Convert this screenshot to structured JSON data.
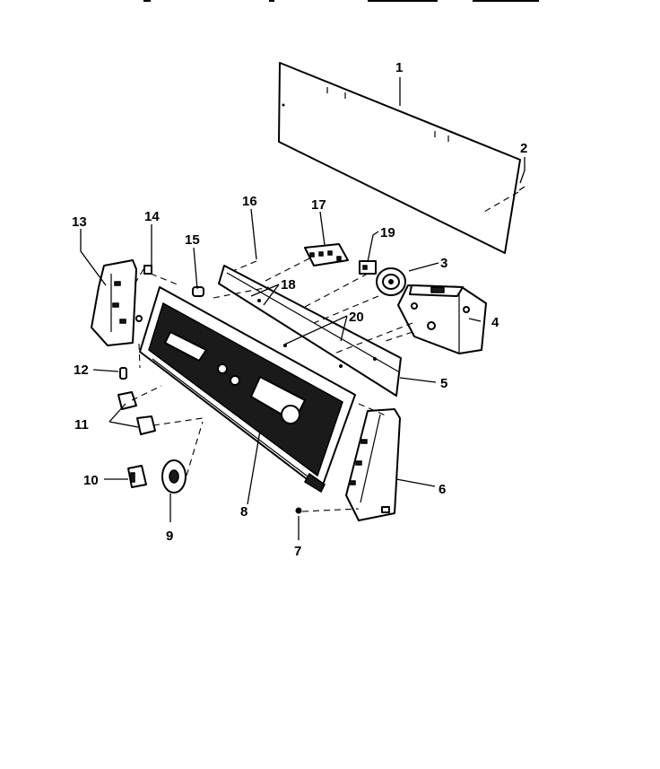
{
  "diagram": {
    "type": "exploded-parts-view",
    "callouts": [
      {
        "id": "c1",
        "label": "1"
      },
      {
        "id": "c2",
        "label": "2"
      },
      {
        "id": "c3",
        "label": "3"
      },
      {
        "id": "c4",
        "label": "4"
      },
      {
        "id": "c5",
        "label": "5"
      },
      {
        "id": "c6",
        "label": "6"
      },
      {
        "id": "c7",
        "label": "7"
      },
      {
        "id": "c8",
        "label": "8"
      },
      {
        "id": "c9",
        "label": "9"
      },
      {
        "id": "c10",
        "label": "10"
      },
      {
        "id": "c11",
        "label": "11"
      },
      {
        "id": "c12",
        "label": "12"
      },
      {
        "id": "c13",
        "label": "13"
      },
      {
        "id": "c14",
        "label": "14"
      },
      {
        "id": "c15",
        "label": "15"
      },
      {
        "id": "c16",
        "label": "16"
      },
      {
        "id": "c17",
        "label": "17"
      },
      {
        "id": "c18",
        "label": "18"
      },
      {
        "id": "c19",
        "label": "19"
      },
      {
        "id": "c20",
        "label": "20"
      }
    ],
    "colors": {
      "ink": "#000000",
      "paper": "#ffffff",
      "fill_dark": "#1a1a1a"
    }
  }
}
